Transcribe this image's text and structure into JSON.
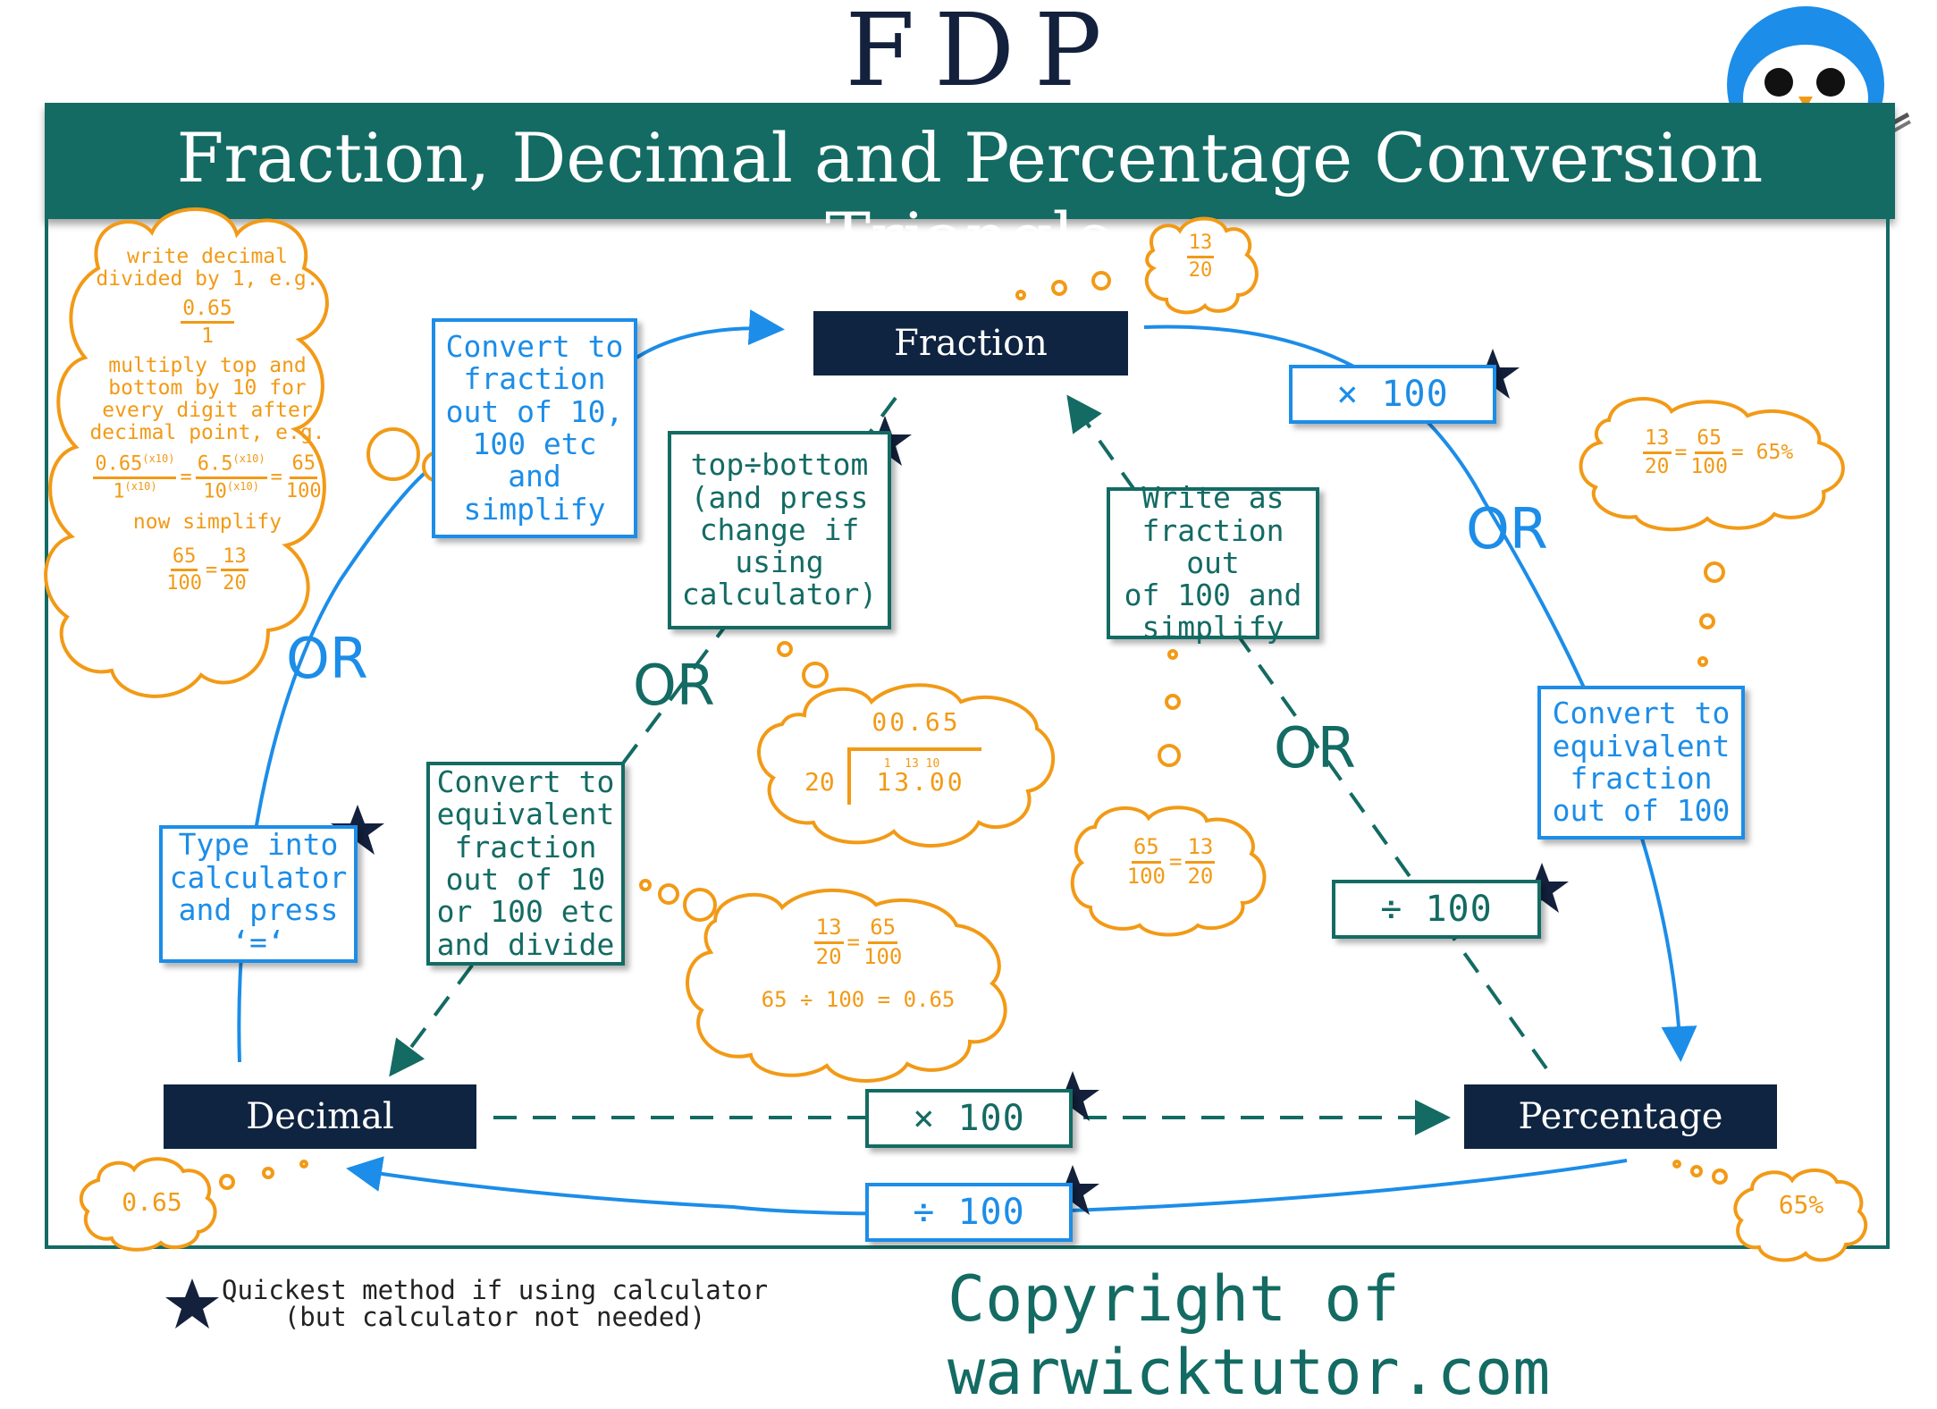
{
  "header": {
    "logo": "FDP",
    "title": "Fraction, Decimal and Percentage Conversion Triangle"
  },
  "nodes": {
    "fraction": "Fraction",
    "decimal": "Decimal",
    "percentage": "Percentage"
  },
  "methods": {
    "convert_fraction_10_100": "Convert to\nfraction\nout of 10,\n100 etc\nand\nsimplify",
    "top_bottom_pre": "top",
    "top_bottom_post": "bottom",
    "top_bottom_rest": "(and press\nchange if\nusing\ncalculator)",
    "write_fraction_100": "Write as\nfraction out\nof 100 and\nsimplify",
    "convert_equiv_10_100": "Convert to\nequivalent\nfraction\nout of 10\nor 100 etc\nand divide",
    "type_calculator": "Type into\ncalculator\nand press\n‘=‘",
    "convert_equiv_100": "Convert to\nequivalent\nfraction\nout of 100",
    "times_100_top": "× 100",
    "divide_100_right": "÷ 100",
    "times_100_bottom": "× 100",
    "divide_100_bottom": "÷ 100",
    "or": "OR"
  },
  "clouds": {
    "left_line1": "write decimal\ndivided by 1, e.g.",
    "left_frac1_n": "0.65",
    "left_frac1_d": "1",
    "left_line2": "multiply top and\nbottom by 10 for\nevery digit after\ndecimal point, e.g.",
    "left_eq_a_n": "0.65",
    "left_eq_a_d": "1",
    "left_eq_b_n": "6.5",
    "left_eq_b_d": "10",
    "left_eq_c_n": "65",
    "left_eq_c_d": "100",
    "left_sup": "(x10)",
    "left_line3": "now simplify",
    "left_eq2_a_n": "65",
    "left_eq2_a_d": "100",
    "left_eq2_b_n": "13",
    "left_eq2_b_d": "20",
    "top_frac_n": "13",
    "top_frac_d": "20",
    "right_a_n": "13",
    "right_a_d": "20",
    "right_b_n": "65",
    "right_b_d": "100",
    "right_result": "65%",
    "division_quotient": "00.65",
    "division_divisor": "20",
    "division_dividend": "13.00",
    "division_carries": "1  13 10",
    "lower_a_n": "13",
    "lower_a_d": "20",
    "lower_b_n": "65",
    "lower_b_d": "100",
    "lower_line": "65 ÷ 100 = 0.65",
    "middle_a_n": "65",
    "middle_a_d": "100",
    "middle_b_n": "13",
    "middle_b_d": "20",
    "decimal_value": "0.65",
    "percent_value": "65%",
    "equals": "="
  },
  "footer": {
    "legend": "Quickest method if using calculator\n(but calculator not needed)",
    "copyright": "Copyright of warwicktutor.com"
  },
  "colors": {
    "teal": "#136b63",
    "navy": "#0f2440",
    "blue": "#1c8de8",
    "orange": "#f29a16"
  }
}
